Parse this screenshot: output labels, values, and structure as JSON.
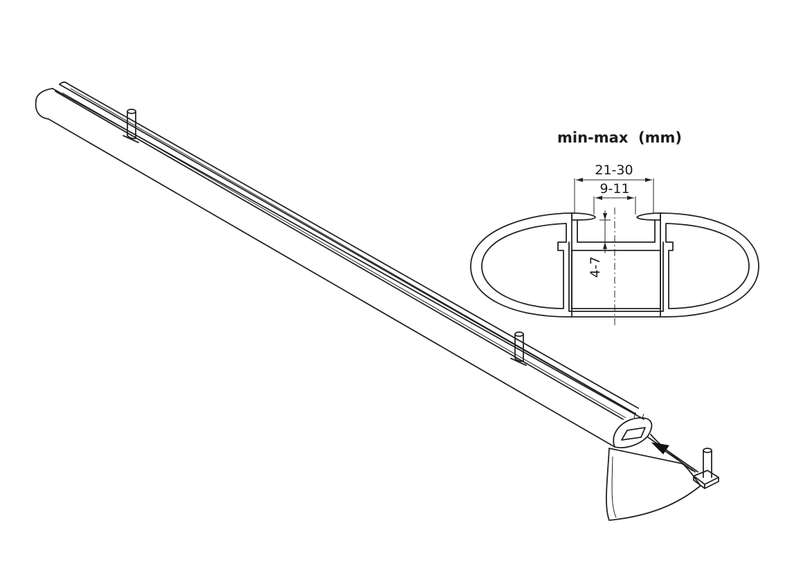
{
  "diagram": {
    "title": "min-max  (mm)",
    "dimensions": {
      "outer_slot_width": "21-30",
      "inner_slot_width": "9-11",
      "slot_depth": "4-7"
    }
  }
}
